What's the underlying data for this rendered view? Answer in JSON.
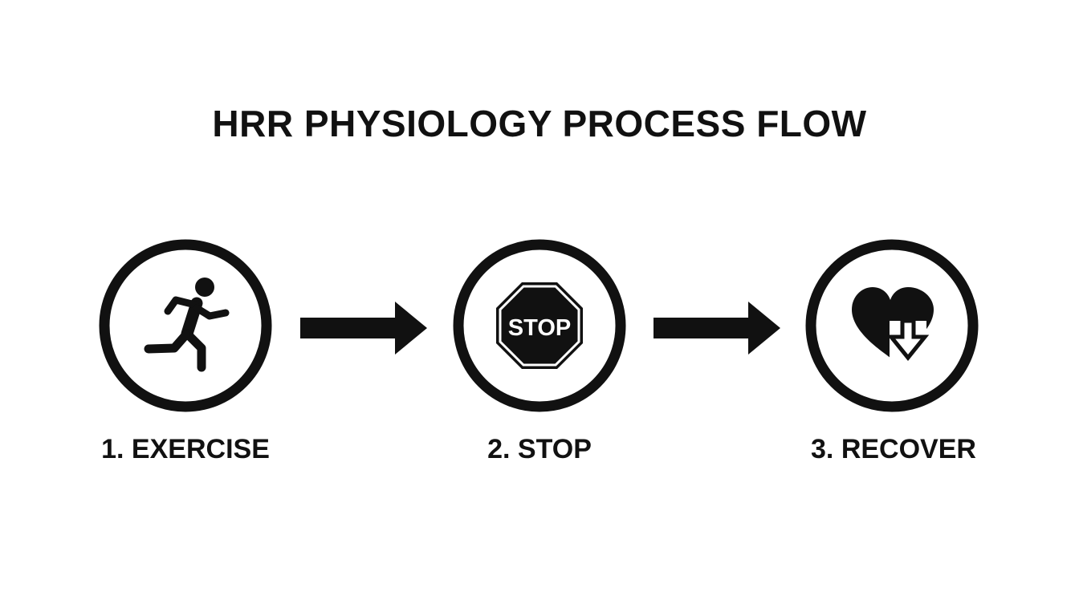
{
  "title": "HRR PHYSIOLOGY PROCESS FLOW",
  "steps": [
    {
      "label": "1. EXERCISE",
      "icon": "running-person-icon"
    },
    {
      "label": "2. STOP",
      "icon": "stop-sign-icon",
      "sign_text": "STOP"
    },
    {
      "label": "3. RECOVER",
      "icon": "heart-down-arrow-icon"
    }
  ],
  "colors": {
    "foreground": "#111111",
    "background": "#ffffff"
  }
}
